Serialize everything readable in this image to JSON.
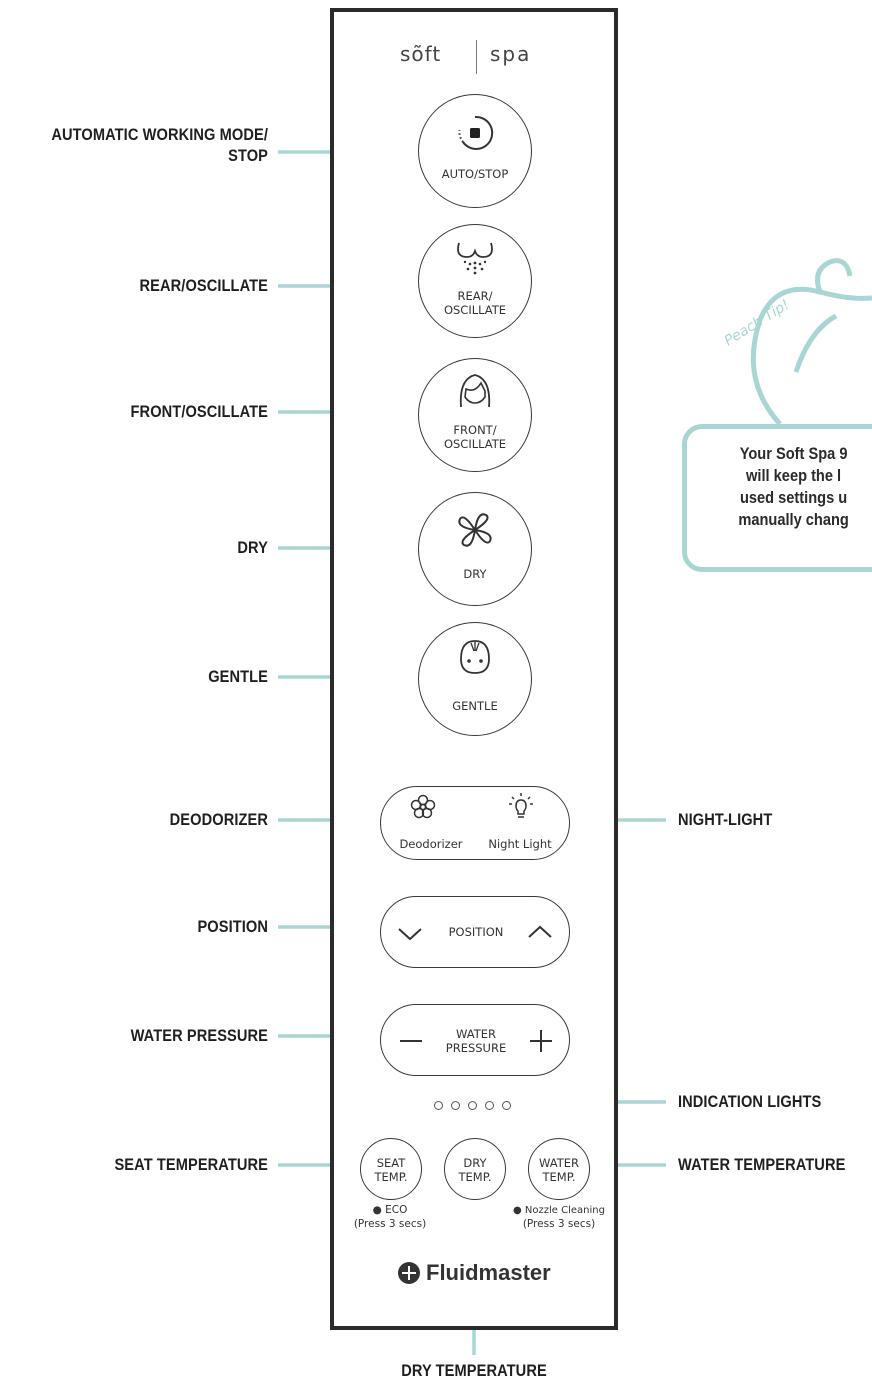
{
  "callouts": {
    "auto_stop": "AUTOMATIC WORKING MODE/\nSTOP",
    "rear": "REAR/OSCILLATE",
    "front": "FRONT/OSCILLATE",
    "dry": "DRY",
    "gentle": "GENTLE",
    "deodorizer": "DEODORIZER",
    "night_light": "NIGHT-LIGHT",
    "position": "POSITION",
    "water_pressure": "WATER PRESSURE",
    "indication_lights": "INDICATION LIGHTS",
    "seat_temperature": "SEAT TEMPERATURE",
    "water_temperature": "WATER TEMPERATURE",
    "dry_temperature": "DRY TEMPERATURE"
  },
  "brand": {
    "soft": "sõft",
    "spa": "spa",
    "maker": "Fluidmaster"
  },
  "buttons": {
    "auto_stop": "AUTO/STOP",
    "rear_line1": "REAR/",
    "rear_line2": "OSCILLATE",
    "front_line1": "FRONT/",
    "front_line2": "OSCILLATE",
    "dry": "DRY",
    "gentle": "GENTLE",
    "deodorizer": "Deodorizer",
    "night_light": "Night Light",
    "position": "POSITION",
    "water_pressure_line1": "WATER",
    "water_pressure_line2": "PRESSURE",
    "seat_line1": "SEAT",
    "seat_line2": "TEMP.",
    "dry_temp_line1": "DRY",
    "dry_temp_line2": "TEMP.",
    "water_temp_line1": "WATER",
    "water_temp_line2": "TEMP."
  },
  "notes": {
    "eco_line1": "● ECO",
    "eco_line2": "(Press 3 secs)",
    "nozzle_line1": "● Nozzle Cleaning",
    "nozzle_line2": "(Press 3 secs)"
  },
  "tip": {
    "badge": "Peach Tip!",
    "text": "Your Soft Spa 9\nwill keep the l\nused settings u\nmanually chang"
  },
  "colors": {
    "arrow": "#a9d6d3",
    "panel_border": "#2b2b2b"
  },
  "icons": [
    "stop-icon",
    "rear-wash-icon",
    "front-wash-icon",
    "fan-icon",
    "baby-face-icon",
    "flower-icon",
    "lightbulb-icon",
    "chevron-down-icon",
    "chevron-up-icon",
    "minus-icon",
    "plus-icon",
    "fluidmaster-logo-icon",
    "peach-icon"
  ]
}
